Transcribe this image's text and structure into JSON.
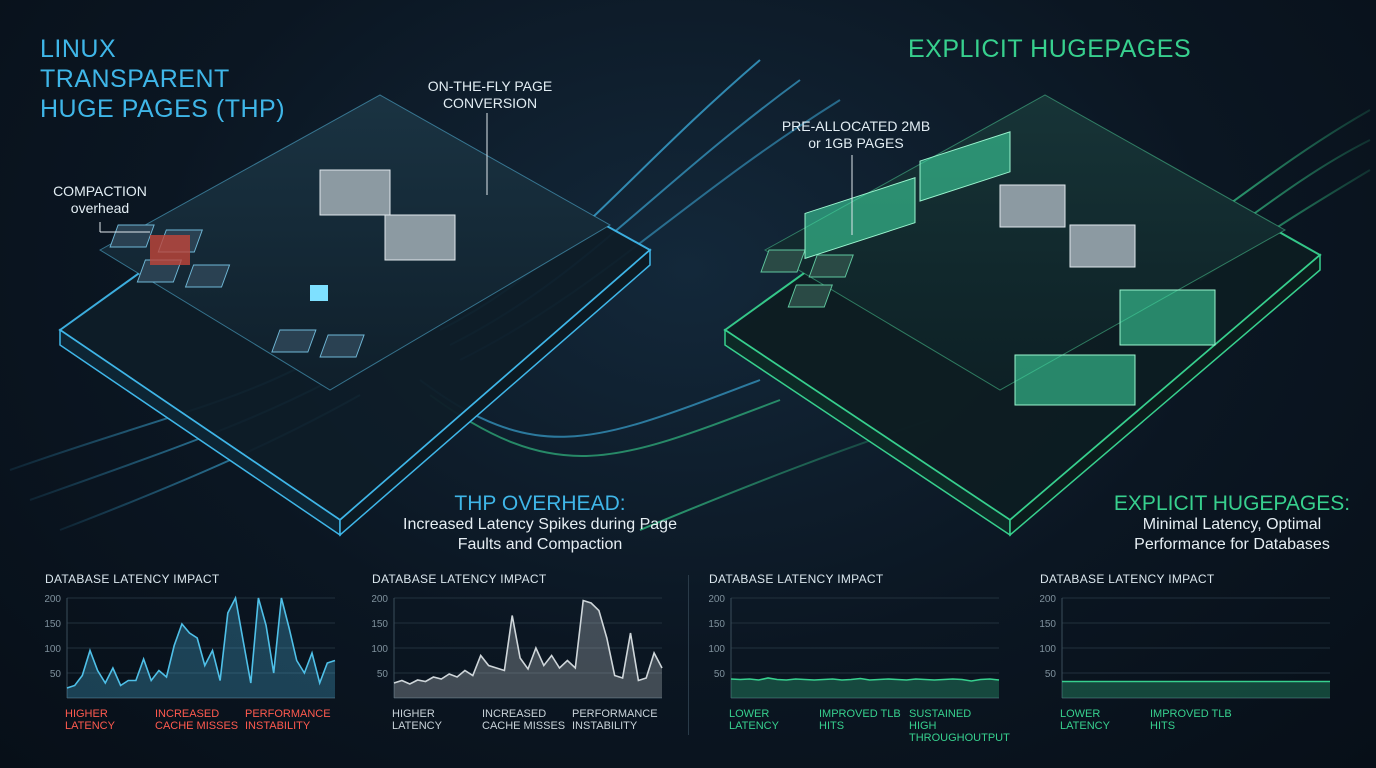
{
  "left": {
    "title": "LINUX TRANSPARENT HUGE PAGES (THP)",
    "callout_conversion": "ON-THE-FLY PAGE CONVERSION",
    "callout_compaction": "COMPACTION overhead",
    "overhead_title": "THP OVERHEAD:",
    "overhead_body": "Increased Latency Spikes during Page Faults and Compaction"
  },
  "right": {
    "title": "EXPLICIT HUGEPAGES",
    "callout_prealloc": "PRE-ALLOCATED 2MB or 1GB PAGES",
    "summary_title": "EXPLICIT HUGEPAGES:",
    "summary_body": "Minimal Latency, Optimal Performance for Databases"
  },
  "colors": {
    "thp_blue": "#3fb6e8",
    "hugepage_green": "#37d08e",
    "warning_red": "#ff5a4f"
  },
  "chart_data": [
    {
      "type": "area",
      "title": "DATABASE LATENCY IMPACT",
      "color": "#4fc0e8",
      "ylim": [
        0,
        200
      ],
      "yticks": [
        50,
        100,
        150,
        200
      ],
      "values": [
        20,
        25,
        45,
        95,
        55,
        30,
        60,
        25,
        35,
        35,
        78,
        35,
        55,
        42,
        105,
        148,
        130,
        120,
        65,
        95,
        35,
        170,
        210,
        115,
        30,
        212,
        145,
        50,
        235,
        140,
        75,
        50,
        90,
        30,
        70,
        75
      ],
      "labels": [
        {
          "text": "HIGHER LATENCY",
          "color": "#ff5a4f"
        },
        {
          "text": "INCREASED CACHE MISSES",
          "color": "#ff5a4f"
        },
        {
          "text": "PERFORMANCE INSTABILITY",
          "color": "#ff5a4f"
        }
      ]
    },
    {
      "type": "area",
      "title": "DATABASE LATENCY IMPACT",
      "color": "#cfd6da",
      "ylim": [
        0,
        200
      ],
      "yticks": [
        50,
        100,
        150,
        200
      ],
      "values": [
        30,
        35,
        28,
        36,
        33,
        42,
        38,
        48,
        42,
        55,
        45,
        85,
        65,
        60,
        55,
        165,
        80,
        58,
        100,
        65,
        85,
        60,
        75,
        60,
        195,
        190,
        175,
        120,
        45,
        40,
        130,
        35,
        40,
        90,
        60
      ],
      "labels": [
        {
          "text": "HIGHER LATENCY",
          "color": "#c9d3d9"
        },
        {
          "text": "INCREASED CACHE MISSES",
          "color": "#c9d3d9"
        },
        {
          "text": "PERFORMANCE INSTABILITY",
          "color": "#c9d3d9"
        }
      ]
    },
    {
      "type": "area",
      "title": "DATABASE LATENCY IMPACT",
      "color": "#37d08e",
      "ylim": [
        0,
        200
      ],
      "yticks": [
        50,
        100,
        150,
        200
      ],
      "values": [
        38,
        37,
        38,
        36,
        40,
        37,
        36,
        38,
        37,
        36,
        37,
        38,
        36,
        37,
        39,
        36,
        37,
        38,
        37,
        36,
        38,
        37,
        36,
        37,
        38,
        37,
        34,
        37,
        38,
        36
      ],
      "labels": [
        {
          "text": "LOWER LATENCY",
          "color": "#37d08e"
        },
        {
          "text": "IMPROVED TLB HITS",
          "color": "#37d08e"
        },
        {
          "text": "SUSTAINED HIGH THROUGHOUTPUT",
          "color": "#37d08e"
        }
      ]
    },
    {
      "type": "area",
      "title": "DATABASE LATENCY IMPACT",
      "color": "#37d08e",
      "ylim": [
        0,
        200
      ],
      "yticks": [
        50,
        100,
        150,
        200
      ],
      "values": [
        33,
        33,
        33,
        33,
        33,
        33,
        33,
        33,
        33,
        33,
        33,
        33,
        33,
        33,
        33,
        33,
        33,
        33,
        33,
        33
      ],
      "labels": [
        {
          "text": "LOWER LATENCY",
          "color": "#37d08e"
        },
        {
          "text": "IMPROVED TLB HITS",
          "color": "#37d08e"
        }
      ]
    }
  ]
}
